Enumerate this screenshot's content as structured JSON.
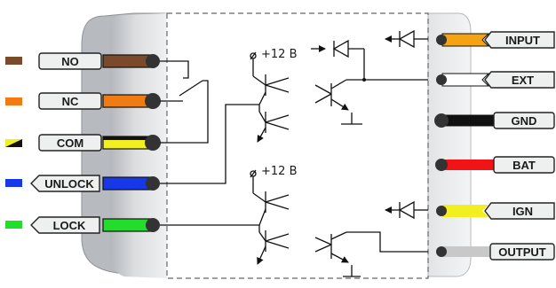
{
  "diagram": {
    "left_terminals": [
      {
        "label": "NO",
        "color": "#7a4a2a",
        "swatch": "solid"
      },
      {
        "label": "NC",
        "color": "#f07b12",
        "swatch": "solid"
      },
      {
        "label": "COM",
        "color": "#f2ee1f",
        "swatch": "half-black"
      },
      {
        "label": "UNLOCK",
        "color": "#1638e8",
        "swatch": "solid"
      },
      {
        "label": "LOCK",
        "color": "#22dd2a",
        "swatch": "solid"
      }
    ],
    "right_terminals": [
      {
        "label": "INPUT",
        "color": "#f5a312"
      },
      {
        "label": "EXT",
        "color": "#ffffff"
      },
      {
        "label": "GND",
        "color": "#111111"
      },
      {
        "label": "BAT",
        "color": "#f01414"
      },
      {
        "label": "IGN",
        "color": "#f2ee1f"
      },
      {
        "label": "OUTPUT",
        "color": "#c8c8c8"
      }
    ],
    "supply_labels": [
      "+12 В",
      "+12 В"
    ]
  }
}
